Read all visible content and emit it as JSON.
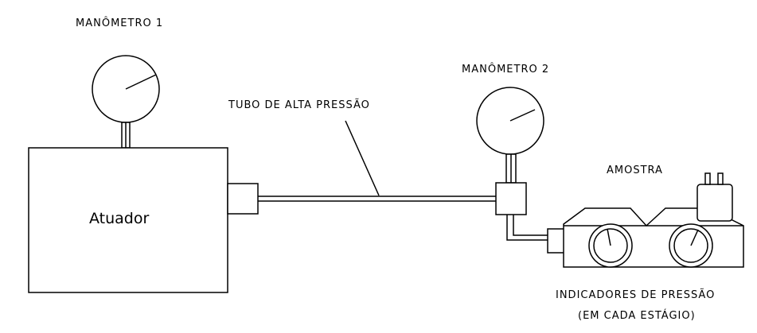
{
  "diagram": {
    "labels": {
      "manometer1": "MANÔMETRO 1",
      "manometer2": "MANÔMETRO 2",
      "hose": "TUBO DE ALTA PRESSÃO",
      "sample": "AMOSTRA",
      "actuator": "Atuador",
      "indicators_line1": "INDICADORES DE PRESSÃO",
      "indicators_line2": "(EM CADA ESTÁGIO)"
    },
    "components": [
      {
        "id": "manometer-1",
        "icon": "pressure-gauge-icon"
      },
      {
        "id": "actuator",
        "icon": "actuator-box"
      },
      {
        "id": "high-pressure-hose",
        "icon": "hose-line"
      },
      {
        "id": "manometer-2",
        "icon": "pressure-gauge-icon"
      },
      {
        "id": "sample",
        "icon": "sample-device"
      }
    ],
    "colors": {
      "line": "#000000",
      "background": "#ffffff",
      "accent": "#2aa198"
    }
  }
}
